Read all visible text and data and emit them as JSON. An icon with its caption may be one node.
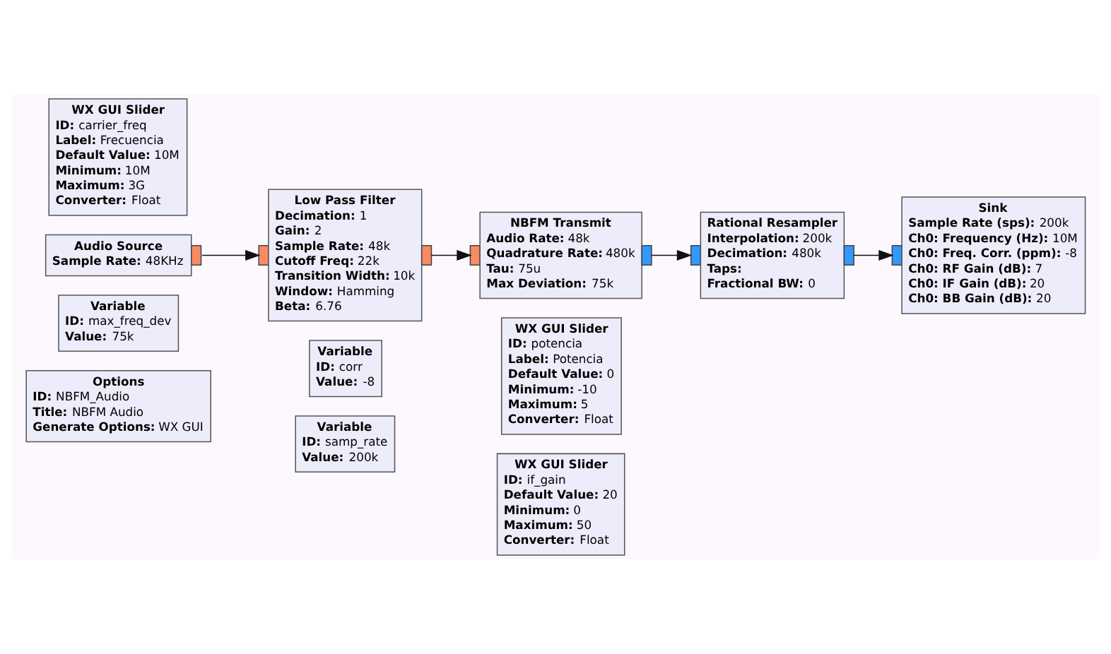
{
  "diagram": {
    "nodes": [
      {
        "text": [
          "Options",
          "**ID:** NBFM_Audio",
          "**Title:** NBFM Audio",
          "**Generate Options:** WX GUI"
        ]
      },
      {
        "text": [
          "Variable",
          "**ID:** samp_rate",
          "**Value:** 200k"
        ]
      },
      {
        "text": [
          "Variable",
          "**ID:** corr",
          "**Value:** -8"
        ]
      },
      {
        "text": [
          "WX GUI Slider",
          "**ID:** if_gain",
          "**Default Value:** 20",
          "**Minimum:** 0",
          "**Maximum:** 50",
          "**Converter:** Float"
        ]
      },
      {
        "text": [
          "WX GUI Slider",
          "**ID:** potencia",
          "**Label:** Potencia",
          "**Default Value:** 0",
          "**Minimum:** -10",
          "**Maximum:** 5",
          "**Converter:** Float"
        ]
      },
      {
        "text": [
          "Variable",
          "**ID:** max_freq_dev",
          "**Value:** 75k"
        ]
      },
      {
        "text": [
          "Low Pass Filter",
          "**Decimation:** 1",
          "**Gain:** 2",
          "**Sample Rate:** 48k",
          "**Cutoff Freq:** 22k",
          "**Transition Width:** 10k",
          "**Window:** Hamming",
          "**Beta:** 6.76"
        ]
      },
      {
        "text": [
          "Audio Source",
          "**Sample Rate:** 48KHz"
        ]
      },
      {
        "text": [
          "NBFM Transmit",
          "**Audio Rate:** 48k",
          "**Quadrature Rate:** 480k",
          "**Tau:** 75u",
          "**Max Deviation:** 75k"
        ]
      },
      {
        "text": [
          "WX GUI Slider",
          "**ID:** carrier_freq",
          "**Label:** Frecuencia",
          "**Default Value:** 10M",
          "**Minimum:** 10M",
          "**Maximum:** 3G",
          "**Converter:** Float"
        ]
      },
      {
        "text": [
          "Sink",
          "**Sample Rate (sps):** 200k",
          "**Ch0: Frequency (Hz):** 10M",
          "**Ch0: Freq. Corr. (ppm):** -8",
          "**Ch0: RF Gain (dB):** 7",
          "**Ch0: IF Gain (dB):** 20",
          "**Ch0: BB Gain (dB):** 20"
        ]
      },
      {
        "text": [
          "Rational Resampler",
          "**Interpolation:** 200k",
          "**Decimation:** 480k",
          "**Taps:**",
          "**Fractional BW:** 0"
        ]
      }
    ],
    "edges": [
      {
        "from": 7,
        "to": 6,
        "arrow": "to"
      },
      {
        "from": 6,
        "to": 8,
        "arrow": "to"
      },
      {
        "from": 8,
        "to": 11,
        "arrow": "to"
      },
      {
        "from": 11,
        "to": 10,
        "arrow": "to"
      }
    ]
  }
}
